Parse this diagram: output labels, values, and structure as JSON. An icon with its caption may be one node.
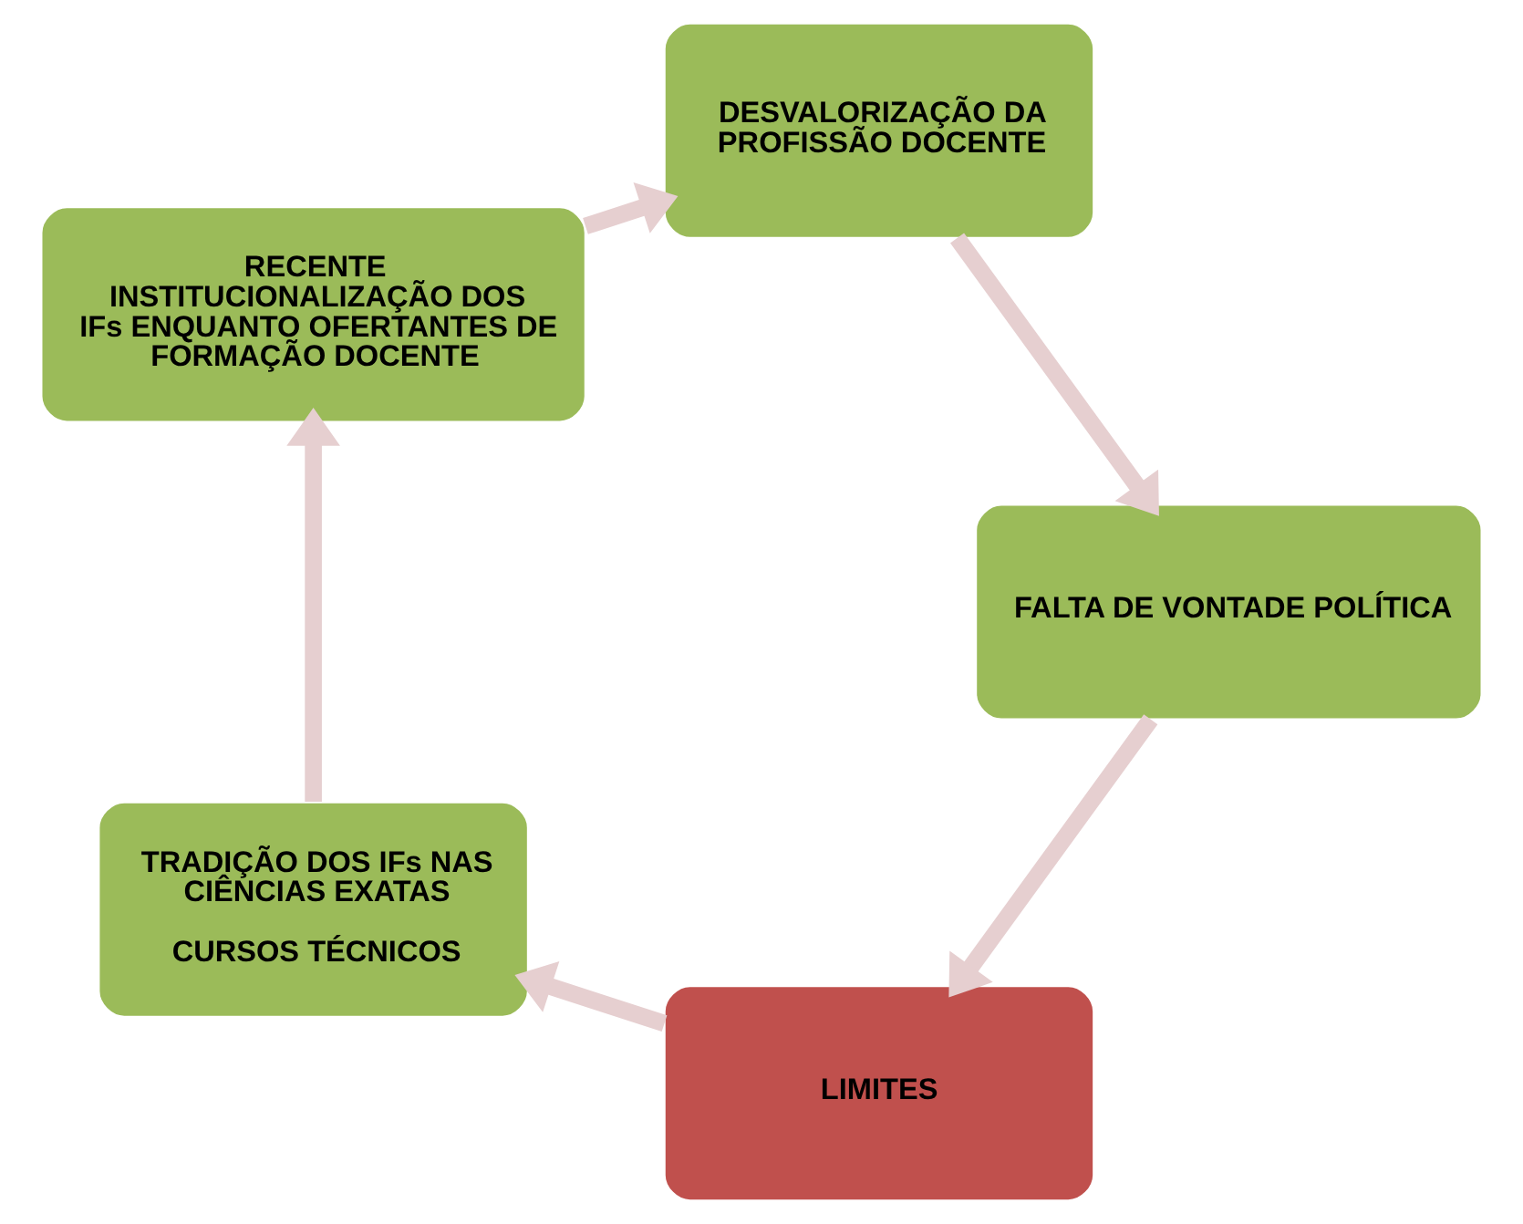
{
  "diagram": {
    "nodes": [
      {
        "text": [
          "LIMITES"
        ]
      },
      {
        "text": [
          "TRADIÇÃO DOS IFs NAS CIÊNCIAS EXATAS",
          "CURSOS TÉCNICOS"
        ]
      },
      {
        "text": [
          "RECENTE INSTITUCIONALIZAÇÃO DOS IFs ENQUANTO OFERTANTES DE FORMAÇÃO DOCENTE"
        ]
      },
      {
        "text": [
          "DESVALORIZAÇÃO DA PROFISSÃO DOCENTE"
        ]
      },
      {
        "text": [
          "FALTA DE VONTADE POLÍTICA"
        ]
      }
    ],
    "edges": [
      {
        "from": 0,
        "to": 1,
        "arrow": "to"
      },
      {
        "from": 1,
        "to": 2,
        "arrow": "to"
      },
      {
        "from": 2,
        "to": 3,
        "arrow": "to"
      },
      {
        "from": 3,
        "to": 4,
        "arrow": "to"
      },
      {
        "from": 4,
        "to": 0,
        "arrow": "to"
      }
    ]
  }
}
